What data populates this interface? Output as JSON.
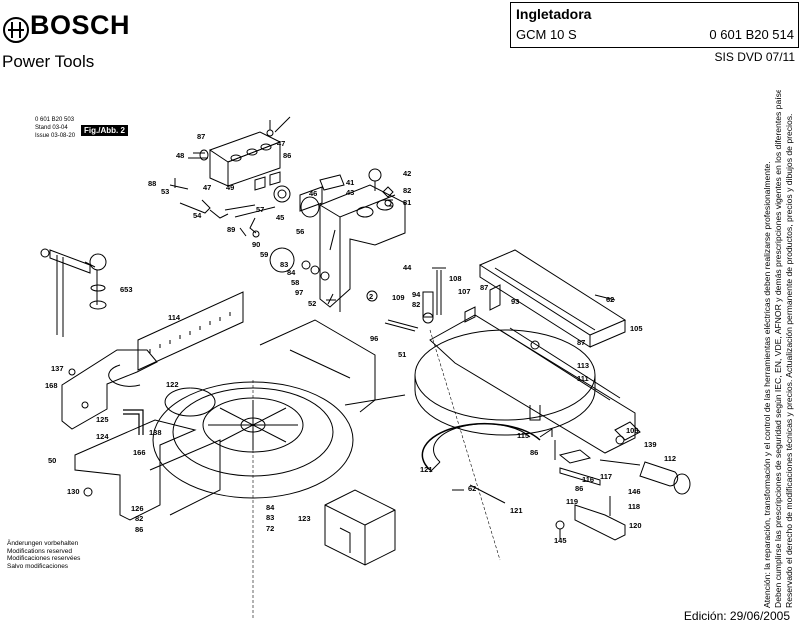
{
  "header": {
    "brand": "BOSCH",
    "subtitle": "Power Tools",
    "title_box": {
      "title": "Ingletadora",
      "model": "GCM 10 S",
      "number": "0 601 B20 514"
    },
    "sis": "SIS DVD 07/11"
  },
  "footer": {
    "edition": "Edición: 29/06/2005"
  },
  "part_ref": {
    "number": "0 601 B20 503",
    "stand_label": "Stand",
    "stand_value": "03-04",
    "issue_label": "Issue",
    "issue_value": "03-08-20"
  },
  "figure_label": "Fig./Abb. 2",
  "modifications": [
    "Änderungen vorbehalten",
    "Modifications reserved",
    "Modificaciones reservées",
    "Salvo modificaciones"
  ],
  "side_notes": [
    "Atención: la reparación, transformación y el control de las herramientas eléctricas deben realizarse profesionalmente.",
    "Deben cumplirse las prescripciones de seguridad según IEC, EN, VDE, AFNOR y demás prescripciones vigentes en los diferentes países.",
    "Reservado el derecho de modificaciones técnicas y precios. Actualización permanente de productos, precios y dibujos de precios."
  ],
  "colors": {
    "line": "#000000",
    "background": "#ffffff"
  },
  "logo_icon": "bosch-armature-icon",
  "callouts": [
    "87",
    "48",
    "47",
    "86",
    "49",
    "46",
    "41",
    "43",
    "88",
    "53",
    "47",
    "54",
    "57",
    "45",
    "56",
    "42",
    "82",
    "81",
    "89",
    "90",
    "59",
    "83",
    "84",
    "58",
    "44",
    "97",
    "52",
    "109",
    "2",
    "96",
    "51",
    "108",
    "107",
    "94",
    "82",
    "87",
    "93",
    "62",
    "653",
    "114",
    "105",
    "137",
    "168",
    "87",
    "113",
    "111",
    "122",
    "125",
    "124",
    "138",
    "166",
    "106",
    "139",
    "50",
    "115",
    "86",
    "117",
    "112",
    "121",
    "62",
    "130",
    "116",
    "86",
    "146",
    "118",
    "126",
    "82",
    "86",
    "84",
    "83",
    "72",
    "123",
    "121",
    "119",
    "120",
    "145"
  ]
}
